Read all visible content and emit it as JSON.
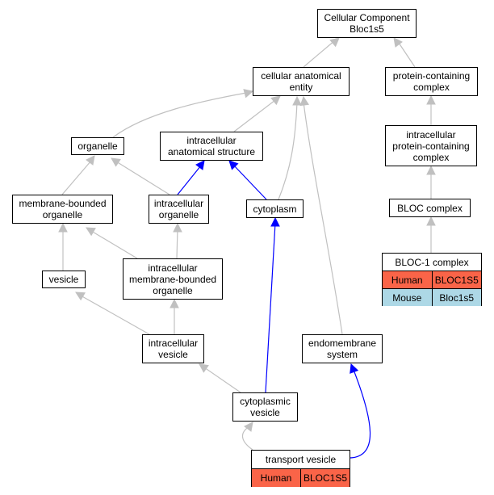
{
  "nodes": {
    "root": "Cellular Component\nBloc1s5",
    "cae": "cellular anatomical\nentity",
    "pcc": "protein-containing\ncomplex",
    "organelle": "organelle",
    "ias": "intracellular\nanatomical structure",
    "ipcc": "intracellular\nprotein-containing\ncomplex",
    "mbo": "membrane-bounded\norganelle",
    "io": "intracellular\norganelle",
    "cytoplasm": "cytoplasm",
    "bloc": "BLOC complex",
    "vesicle": "vesicle",
    "imbo": "intracellular\nmembrane-bounded\norganelle",
    "iv": "intracellular\nvesicle",
    "endo": "endomembrane\nsystem",
    "cv": "cytoplasmic\nvesicle"
  },
  "bloc1": {
    "title": "BLOC-1 complex",
    "rows": [
      {
        "species": "Human",
        "gene": "BLOC1S5"
      },
      {
        "species": "Mouse",
        "gene": "Bloc1s5"
      }
    ]
  },
  "transport": {
    "title": "transport vesicle",
    "rows": [
      {
        "species": "Human",
        "gene": "BLOC1S5"
      }
    ]
  },
  "colors": {
    "edge_gray": "#c0c0c0",
    "edge_blue": "#0000ff",
    "human": "#fa6448",
    "mouse": "#add8e6"
  }
}
